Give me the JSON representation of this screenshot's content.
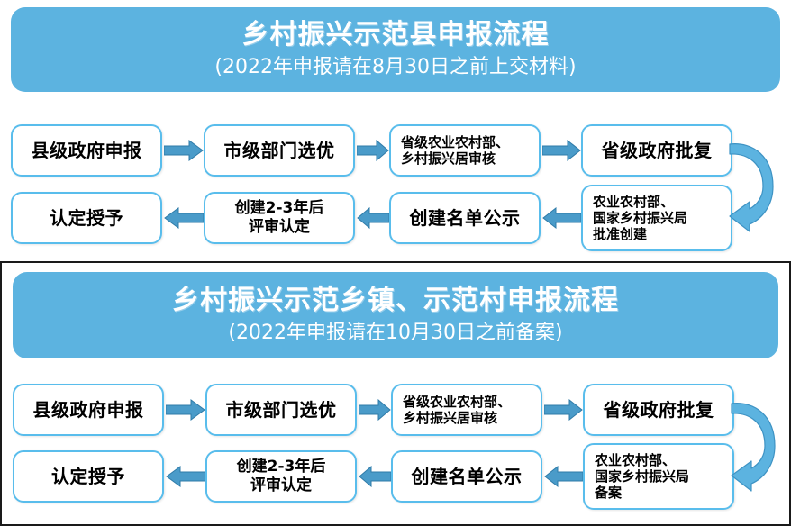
{
  "document": {
    "type": "flowchart",
    "colors": {
      "banner_blue": "#5cb3e0",
      "box_border_blue": "#59bdec",
      "arrow_blue": "#4a9bc9",
      "curve_blue": "#5cb3e0",
      "text_black": "#000000",
      "banner_text": "#ffffff",
      "page_border": "#1a1a1a",
      "background": "#ffffff"
    }
  },
  "sections": [
    {
      "id": "county",
      "banner": {
        "title": "乡村振兴示范县申报流程",
        "subtitle": "(2022年申报请在8月30日之前上交材料)"
      },
      "row_top": [
        {
          "label": "县级政府申报",
          "size": "big",
          "align": "center"
        },
        {
          "label": "市级部门选优",
          "size": "big",
          "align": "center"
        },
        {
          "label": "省级农业农村部、\n乡村振兴居审核",
          "size": "sm",
          "align": "left"
        },
        {
          "label": "省级政府批复",
          "size": "big",
          "align": "center"
        }
      ],
      "row_bottom": [
        {
          "label": "认定授予",
          "size": "big",
          "align": "center"
        },
        {
          "label": "创建2-3年后\n评审认定",
          "size": "mid",
          "align": "center"
        },
        {
          "label": "创建名单公示",
          "size": "big",
          "align": "center"
        },
        {
          "label": "农业农村部、\n国家乡村振兴局\n批准创建",
          "size": "sm",
          "align": "left"
        }
      ],
      "arrows": {
        "top_direction": "right",
        "bottom_direction": "left",
        "return": "curved-down-left"
      }
    },
    {
      "id": "town-village",
      "banner": {
        "title": "乡村振兴示范乡镇、示范村申报流程",
        "subtitle": "(2022年申报请在10月30日之前备案)"
      },
      "row_top": [
        {
          "label": "县级政府申报",
          "size": "big",
          "align": "center"
        },
        {
          "label": "市级部门选优",
          "size": "big",
          "align": "center"
        },
        {
          "label": "省级农业农村部、\n乡村振兴居审核",
          "size": "sm",
          "align": "left"
        },
        {
          "label": "省级政府批复",
          "size": "big",
          "align": "center"
        }
      ],
      "row_bottom": [
        {
          "label": "认定授予",
          "size": "big",
          "align": "center"
        },
        {
          "label": "创建2-3年后\n评审认定",
          "size": "mid",
          "align": "center"
        },
        {
          "label": "创建名单公示",
          "size": "big",
          "align": "center"
        },
        {
          "label": "农业农村部、\n国家乡村振兴局\n备案",
          "size": "sm",
          "align": "left"
        }
      ],
      "arrows": {
        "top_direction": "right",
        "bottom_direction": "left",
        "return": "curved-down-left"
      }
    }
  ]
}
